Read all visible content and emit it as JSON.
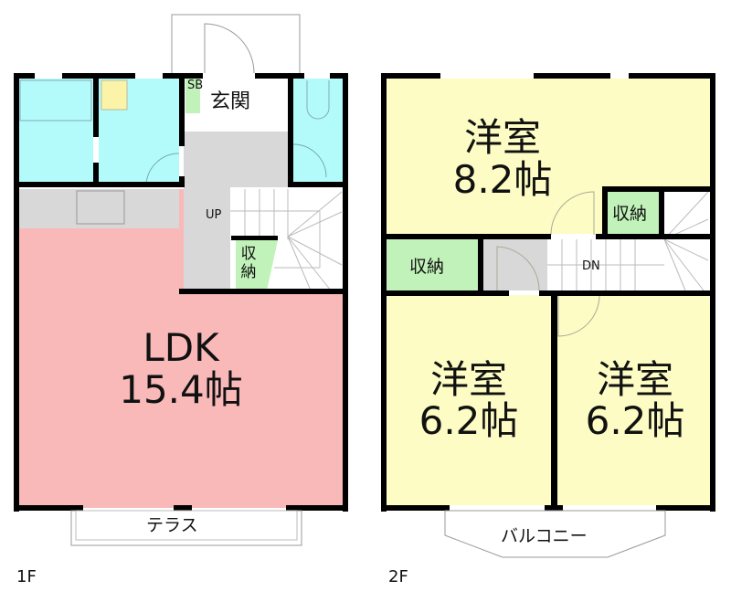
{
  "floors": [
    {
      "label": "1F",
      "rooms": {
        "ldk": {
          "name": "LDK",
          "size": "15.4帖"
        },
        "entrance": {
          "name": "玄関"
        },
        "shoe_box": {
          "name": "SB"
        },
        "storage": {
          "name": "収納"
        },
        "stairs": {
          "direction": "UP"
        },
        "terrace": {
          "name": "テラス"
        }
      }
    },
    {
      "label": "2F",
      "rooms": {
        "western_room_1": {
          "name": "洋室",
          "size": "8.2帖"
        },
        "western_room_2": {
          "name": "洋室",
          "size": "6.2帖"
        },
        "western_room_3": {
          "name": "洋室",
          "size": "6.2帖"
        },
        "storage_1": {
          "name": "収納"
        },
        "storage_2": {
          "name": "収納"
        },
        "stairs": {
          "direction": "DN"
        },
        "balcony": {
          "name": "バルコニー"
        }
      }
    }
  ],
  "colors": {
    "ldk": "#f9b9b9",
    "wet_area": "#b3fbfb",
    "western_room": "#fcfcc4",
    "storage": "#c1f2b9",
    "hall": "#d8d8d8",
    "wall": "#000000",
    "wash_basin": "#fbf3a8"
  }
}
